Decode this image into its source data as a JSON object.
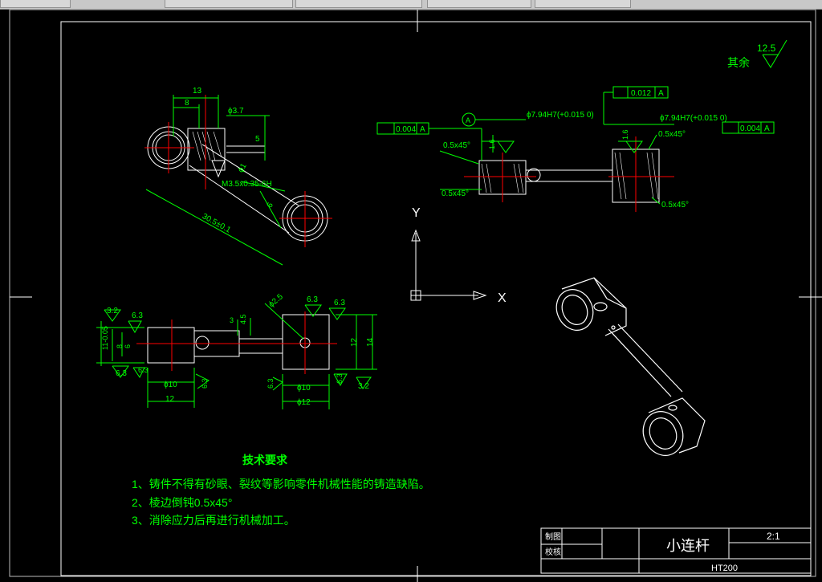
{
  "top_tabs": [
    {
      "label": ""
    },
    {
      "label": ""
    },
    {
      "label": ""
    },
    {
      "label": ""
    },
    {
      "label": ""
    }
  ],
  "annotations": {
    "roughness_other_label": "其余",
    "roughness_other_value": "12.5",
    "dim_13": "13",
    "dim_8": "8",
    "dim_phi37": "ϕ3.7",
    "dim_5": "5",
    "dim_phi1": "ϕ1",
    "thread": "M3.5x0.35-6H",
    "dim_6": "6",
    "dim_center": "30.5±0.1",
    "fcf_left_value": "0.004",
    "fcf_datum": "A",
    "fcf_top_value": "0.012",
    "fcf_right_value": "0.004",
    "datum_a": "A",
    "bore_left": "ϕ7.94H7(+0.015 0)",
    "bore_right": "ϕ7.94H7(+0.015 0)",
    "rough_16a": "1.6",
    "rough_16b": "1.6",
    "chamfer": "0.5x45°",
    "front_32a": "3.2",
    "front_63a": "6.3",
    "front_63b": "6.3",
    "front_63c": "6.3",
    "front_63d": "6.3",
    "front_63e": "6.3",
    "front_63f": "6.3",
    "front_63g": "6.3",
    "front_63h": "6.3",
    "front_32b": "3.2",
    "front_phi25": "ϕ2.5",
    "front_3": "3",
    "front_45": "4.5",
    "front_8": "8",
    "front_6": "6",
    "front_11": "11-0.05",
    "front_12": "12",
    "front_14": "14",
    "front_phi10a": "ϕ10",
    "front_phi10b": "ϕ10",
    "front_12a": "12",
    "front_phi12": "ϕ12",
    "axis_x": "X",
    "axis_y": "Y"
  },
  "tech_requirements": {
    "title": "技术要求",
    "items": [
      "1、铸件不得有砂眼、裂纹等影响零件机械性能的铸造缺陷。",
      "2、棱边倒钝0.5x45°",
      "3、消除应力后再进行机械加工。"
    ]
  },
  "title_block": {
    "drawn_label": "制图",
    "checked_label": "校核",
    "part_name": "小连杆",
    "scale": "2:1",
    "material": "HT200"
  }
}
